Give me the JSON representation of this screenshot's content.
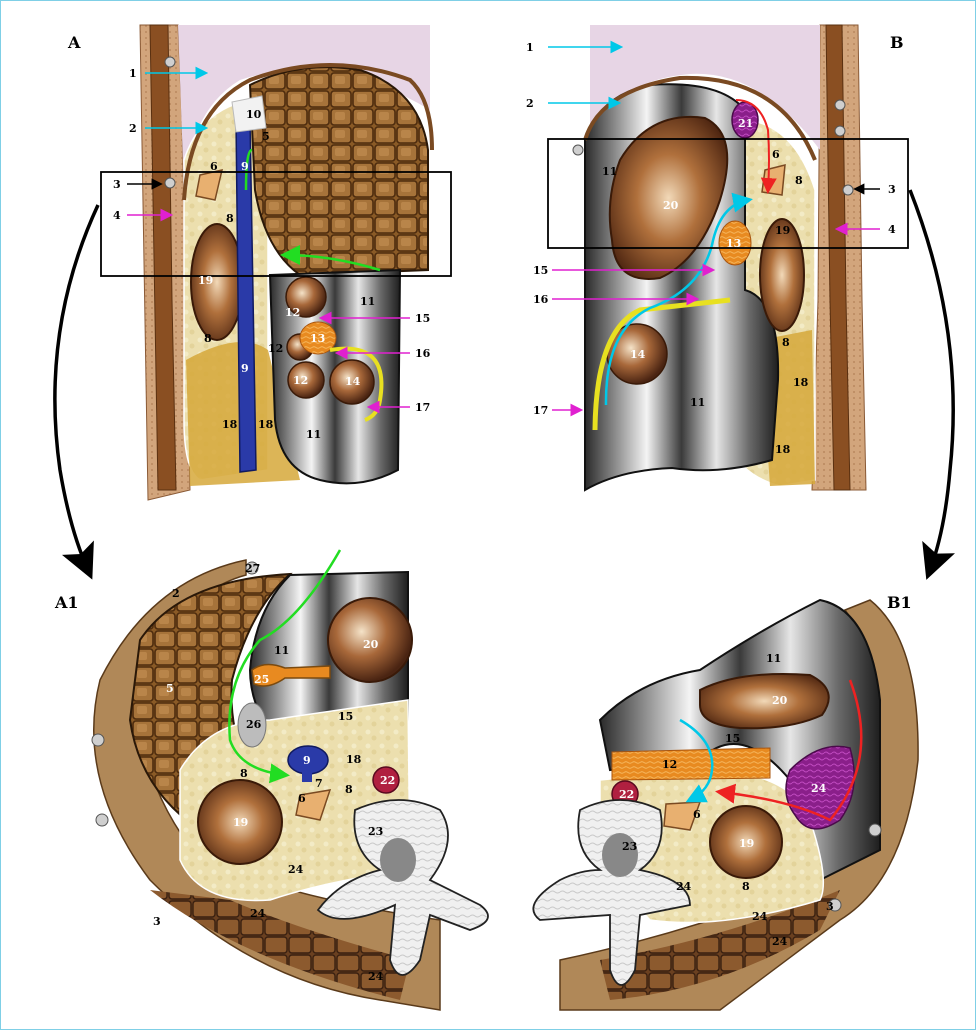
{
  "panels": {
    "A": "A",
    "B": "B",
    "A1": "A1",
    "B1": "B1"
  },
  "labels": {
    "n1": "1",
    "n2": "2",
    "n3": "3",
    "n4": "4",
    "n5": "5",
    "n6": "6",
    "n7": "7",
    "n8": "8",
    "n9": "9",
    "n10": "10",
    "n11": "11",
    "n12": "12",
    "n13": "13",
    "n14": "14",
    "n15": "15",
    "n16": "16",
    "n17": "17",
    "n18": "18",
    "n19": "19",
    "n20": "20",
    "n21": "21",
    "n22": "22",
    "n23": "23",
    "n24": "24",
    "n25": "25",
    "n26": "26",
    "n27": "27"
  },
  "colors": {
    "frame": "#7fcfe6",
    "cyan_arrow": "#00c8e8",
    "magenta_arrow": "#e020d0",
    "green_path": "#22dd22",
    "red_path": "#ee2222",
    "liver": "#7a4a1c",
    "fat": "#efe6b8",
    "kidney": "#8a4a22",
    "peritoneum": "#e7d5e5",
    "vessel_blue": "#2a3aa8"
  }
}
